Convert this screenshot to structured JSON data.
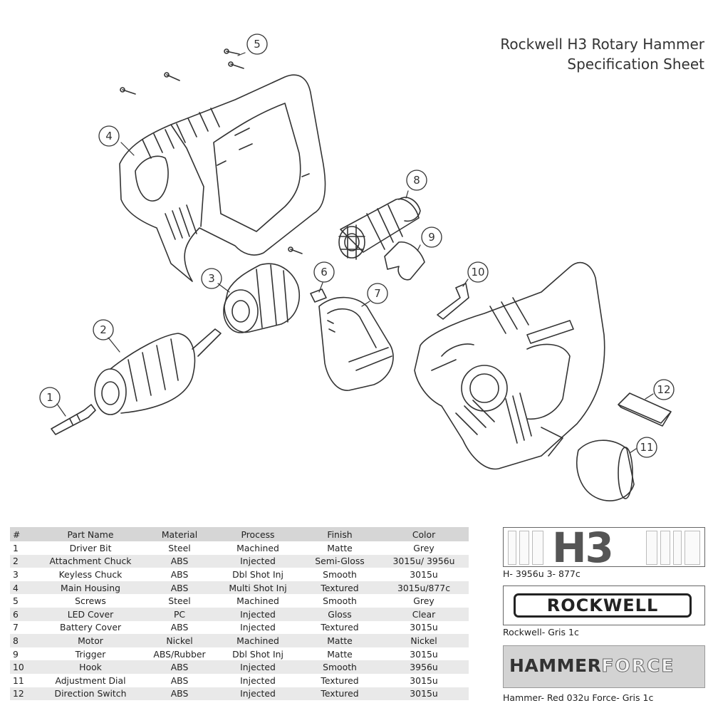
{
  "title": {
    "line1": "Rockwell H3 Rotary Hammer",
    "line2": "Specification Sheet"
  },
  "callouts": [
    "1",
    "2",
    "3",
    "4",
    "5",
    "6",
    "7",
    "8",
    "9",
    "10",
    "11",
    "12"
  ],
  "table": {
    "headers": [
      "#",
      "Part Name",
      "Material",
      "Process",
      "Finish",
      "Color"
    ],
    "rows": [
      [
        "1",
        "Driver Bit",
        "Steel",
        "Machined",
        "Matte",
        "Grey"
      ],
      [
        "2",
        "Attachment Chuck",
        "ABS",
        "Injected",
        "Semi-Gloss",
        "3015u/ 3956u"
      ],
      [
        "3",
        "Keyless Chuck",
        "ABS",
        "Dbl Shot Inj",
        "Smooth",
        "3015u"
      ],
      [
        "4",
        "Main Housing",
        "ABS",
        "Multi Shot Inj",
        "Textured",
        "3015u/877c"
      ],
      [
        "5",
        "Screws",
        "Steel",
        "Machined",
        "Smooth",
        "Grey"
      ],
      [
        "6",
        "LED Cover",
        "PC",
        "Injected",
        "Gloss",
        "Clear"
      ],
      [
        "7",
        "Battery Cover",
        "ABS",
        "Injected",
        "Textured",
        "3015u"
      ],
      [
        "8",
        "Motor",
        "Nickel",
        "Machined",
        "Matte",
        "Nickel"
      ],
      [
        "9",
        "Trigger",
        "ABS/Rubber",
        "Dbl Shot Inj",
        "Matte",
        "3015u"
      ],
      [
        "10",
        "Hook",
        "ABS",
        "Injected",
        "Smooth",
        "3956u"
      ],
      [
        "11",
        "Adjustment Dial",
        "ABS",
        "Injected",
        "Textured",
        "3015u"
      ],
      [
        "12",
        "Direction Switch",
        "ABS",
        "Injected",
        "Textured",
        "3015u"
      ]
    ]
  },
  "logos": {
    "h3": {
      "text": "H3",
      "caption": "H- 3956u 3- 877c"
    },
    "rockwell": {
      "text": "ROCKWELL",
      "caption": "Rockwell- Gris 1c"
    },
    "hammerforce": {
      "text_a": "HAMMER",
      "text_b": "FORCE",
      "caption": "Hammer- Red 032u Force- Gris 1c"
    }
  },
  "colors": {
    "table_header": "#d6d6d6",
    "table_stripe": "#e9e9e9",
    "line_art": "#333333"
  }
}
